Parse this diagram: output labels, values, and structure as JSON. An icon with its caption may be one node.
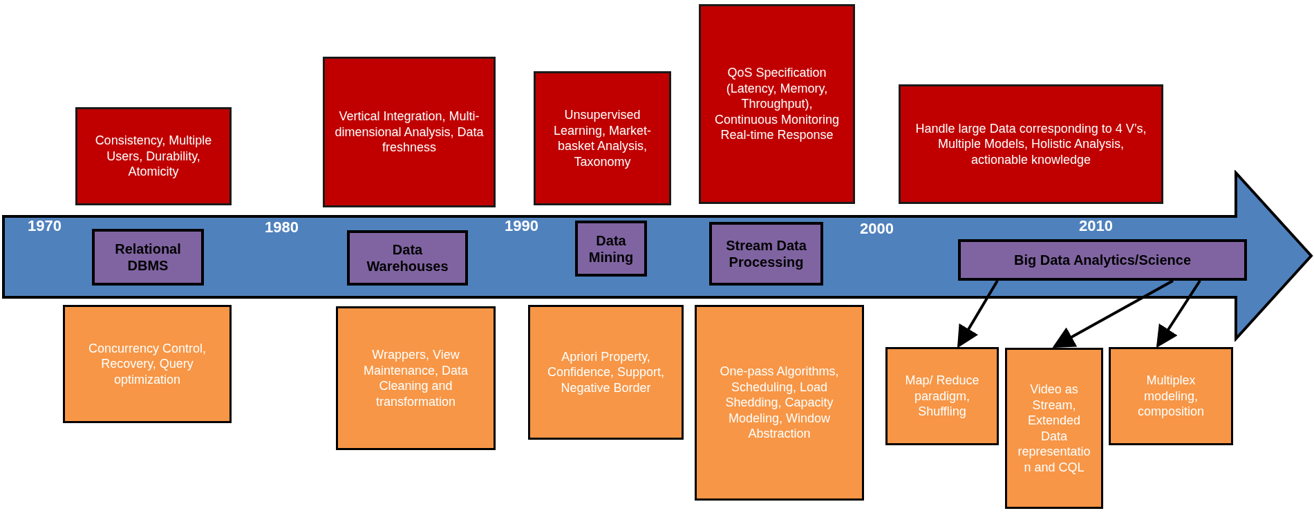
{
  "diagram": {
    "nodes": [
      {
        "text": [
          "Consistency, Multiple Users, Durability, Atomicity"
        ]
      },
      {
        "text": [
          "Vertical Integration, Multi-dimensional Analysis, Data freshness"
        ]
      },
      {
        "text": [
          "Unsupervised Learning, Market-basket Analysis, Taxonomy"
        ]
      },
      {
        "text": [
          "QoS Specification (Latency, Memory, Throughput), Continuous Monitoring Real-time Response"
        ]
      },
      {
        "text": [
          "Handle large Data corresponding to 4 V’s, Multiple Models, Holistic Analysis, actionable knowledge"
        ]
      },
      {
        "text": [
          "1970",
          "1980",
          "1990",
          "2000",
          "2010"
        ]
      },
      {
        "text": [
          "Relational DBMS"
        ],
        "in": 5
      },
      {
        "text": [
          "Data Warehouses"
        ],
        "in": 5
      },
      {
        "text": [
          "Data Mining"
        ],
        "in": 5
      },
      {
        "text": [
          "Stream Data Processing"
        ],
        "in": 5
      },
      {
        "text": [
          "Big Data Analytics/Science"
        ],
        "in": 5
      },
      {
        "text": [
          "Concurrency Control, Recovery, Query optimization"
        ]
      },
      {
        "text": [
          "Wrappers, View Maintenance, Data Cleaning and transformation"
        ]
      },
      {
        "text": [
          "Apriori Property, Confidence, Support, Negative Border"
        ]
      },
      {
        "text": [
          "One-pass Algorithms, Scheduling, Load Shedding, Capacity Modeling, Window Abstraction"
        ]
      },
      {
        "text": [
          "Map/ Reduce paradigm, Shuffling"
        ]
      },
      {
        "text": [
          "Video as Stream, Extended Data representation and CQL"
        ]
      },
      {
        "text": [
          "Multiplex modeling, composition"
        ]
      }
    ],
    "edges": [
      {
        "from": 10,
        "to": 15,
        "arrow": "to"
      },
      {
        "from": 10,
        "to": 16,
        "arrow": "to"
      },
      {
        "from": 10,
        "to": 17,
        "arrow": "to"
      }
    ]
  }
}
